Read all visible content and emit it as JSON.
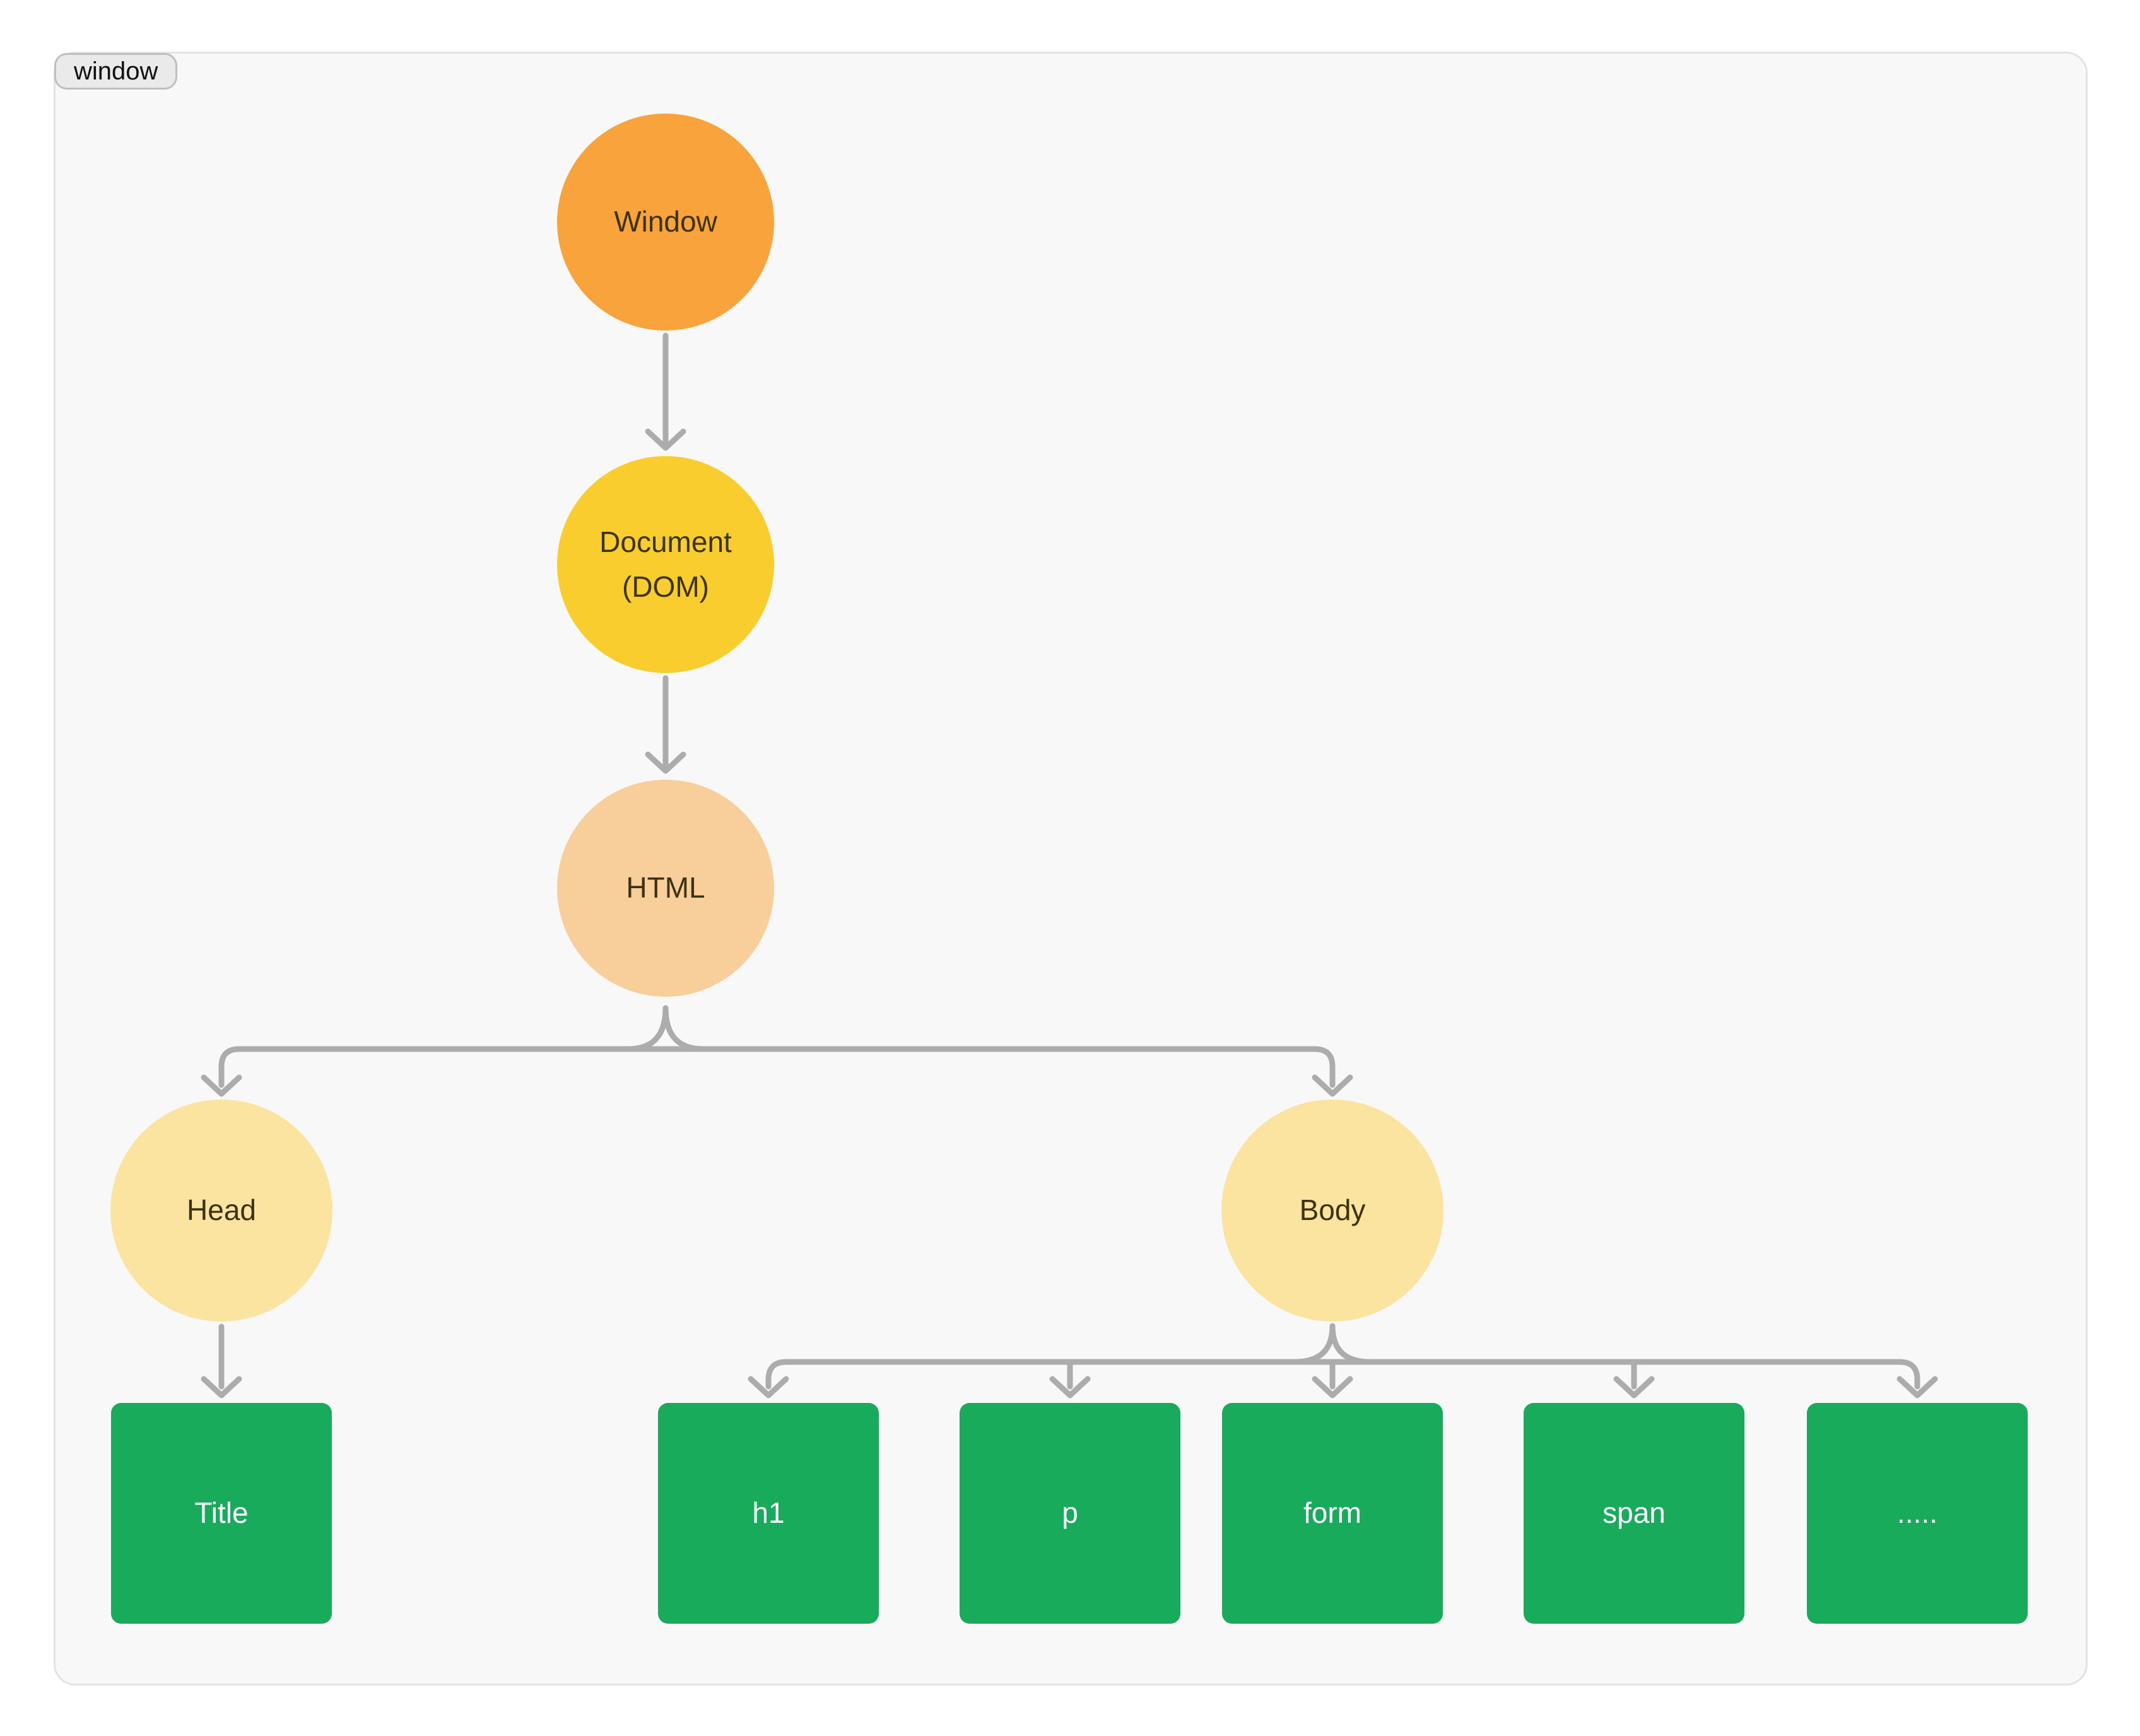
{
  "badge": {
    "label": "window"
  },
  "nodes": {
    "window": {
      "label": "Window"
    },
    "document": {
      "line1": "Document",
      "line2": "(DOM)"
    },
    "html": {
      "label": "HTML"
    },
    "head": {
      "label": "Head"
    },
    "body": {
      "label": "Body"
    },
    "title": {
      "label": "Title"
    },
    "h1": {
      "label": "h1"
    },
    "p": {
      "label": "p"
    },
    "form": {
      "label": "form"
    },
    "span": {
      "label": "span"
    },
    "more": {
      "label": "....."
    }
  },
  "colors": {
    "window_node": "#F8A33C",
    "document_node": "#FACD2E",
    "html_node": "#F8CE9B",
    "head_body_node": "#FBE3A0",
    "element_node": "#18AB5C",
    "element_text": "#FFFFFF",
    "circle_text": "#3B330E",
    "arrow": "#ACACAC",
    "canvas_bg": "#F8F8F8",
    "canvas_border": "#E3E3E3",
    "badge_bg": "#EAEAEA",
    "badge_border": "#BFBFBF",
    "page_bg": "#FFFFFF"
  }
}
